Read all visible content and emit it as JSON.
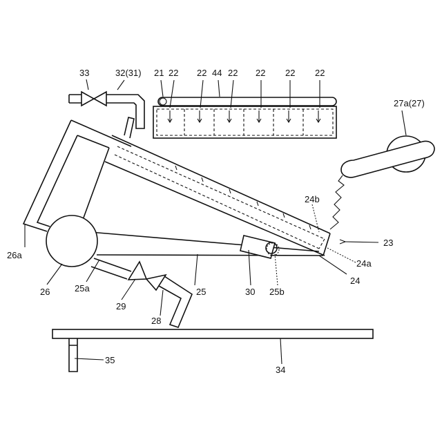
{
  "figure": {
    "labels": {
      "l33": "33",
      "l32": "32(31)",
      "l21": "21",
      "l22a": "22",
      "l22b": "22",
      "l44": "44",
      "l22c": "22",
      "l22d": "22",
      "l22e": "22",
      "l22f": "22",
      "l27a": "27a(27)",
      "l24b": "24b",
      "l23": "23",
      "l24a": "24a",
      "l24": "24",
      "l26a": "26a",
      "l26": "26",
      "l25a": "25a",
      "l29": "29",
      "l25": "25",
      "l30": "30",
      "l25b": "25b",
      "l28": "28",
      "l35": "35",
      "l34": "34"
    }
  }
}
